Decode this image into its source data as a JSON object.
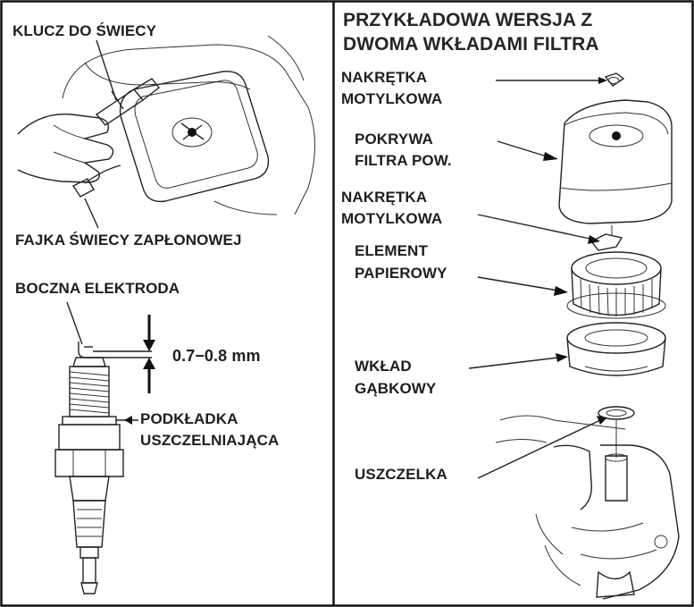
{
  "left_panel": {
    "spark_plug_wrench": "KLUCZ DO ŚWIECY",
    "spark_plug_cap": "FAJKA ŚWIECY ZAPŁONOWEJ",
    "side_electrode": "BOCZNA ELEKTRODA",
    "gap": "0.7−0.8 mm",
    "sealing_washer_1": "PODKŁADKA",
    "sealing_washer_2": "USZCZELNIAJĄCA"
  },
  "right_panel": {
    "title_1": "PRZYKŁADOWA WERSJA Z",
    "title_2": "DWOMA WKŁADAMI FILTRA",
    "wing_nut_a_1": "NAKRĘTKA",
    "wing_nut_a_2": "MOTYLKOWA",
    "cover_1": "POKRYWA",
    "cover_2": "FILTRA POW.",
    "wing_nut_b_1": "NAKRĘTKA",
    "wing_nut_b_2": "MOTYLKOWA",
    "paper_1": "ELEMENT",
    "paper_2": "PAPIEROWY",
    "foam_1": "WKŁAD",
    "foam_2": "GĄBKOWY",
    "gasket": "USZCZELKA"
  }
}
